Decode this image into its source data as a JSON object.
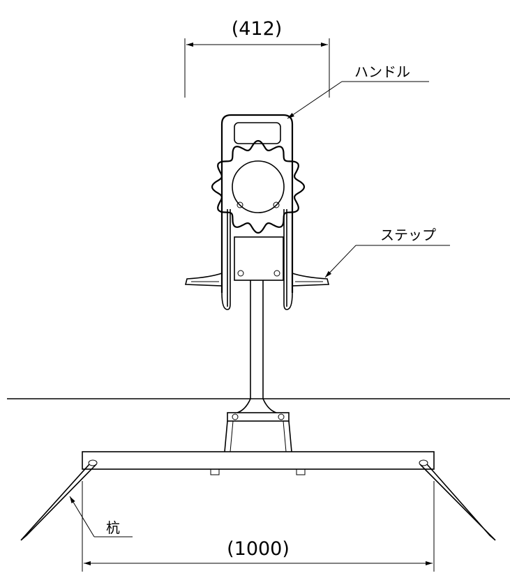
{
  "labels": {
    "dim_top": "(412)",
    "dim_bottom": "(1000)",
    "handle": "ハンドル",
    "step": "ステップ",
    "stake": "杭"
  }
}
